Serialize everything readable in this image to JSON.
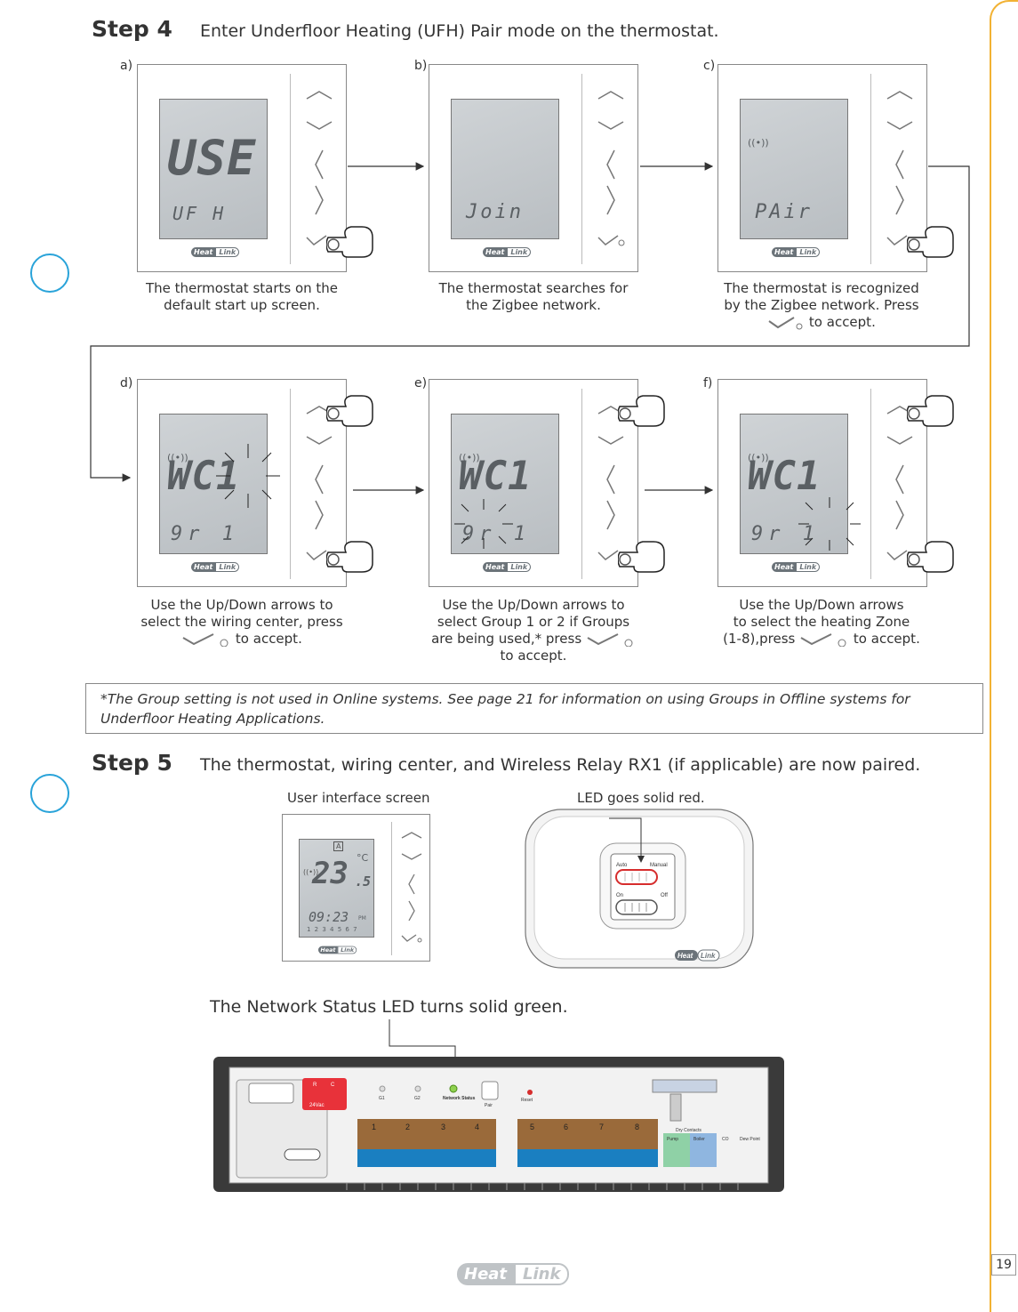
{
  "page_number": "19",
  "step4": {
    "label": "Step 4",
    "text": "Enter Underfloor Heating (UFH) Pair mode on the thermostat."
  },
  "step5": {
    "label": "Step 5",
    "text": "The thermostat, wiring center, and Wireless Relay RX1 (if applicable) are now paired."
  },
  "brand": {
    "part1": "Heat",
    "part2": "Link"
  },
  "panels": {
    "a": {
      "label": "a)",
      "lcd_main": "USE",
      "lcd_sub": "UF H",
      "caption_1": "The thermostat starts on the",
      "caption_2": "default start up screen."
    },
    "b": {
      "label": "b)",
      "lcd_mid": "Join",
      "caption_1": "The thermostat searches for",
      "caption_2": "the Zigbee network."
    },
    "c": {
      "label": "c)",
      "lcd_mid": "PAir",
      "caption_1": "The thermostat is recognized",
      "caption_2": "by the Zigbee network. Press",
      "caption_3": "to accept."
    },
    "d": {
      "label": "d)",
      "lcd_main": "WC1",
      "lcd_sub": "9r  1",
      "caption_1": "Use the Up/Down arrows to",
      "caption_2": "select the wiring center, press",
      "caption_3": "to accept."
    },
    "e": {
      "label": "e)",
      "lcd_main": "WC1",
      "lcd_sub": "9r  1",
      "caption_1": "Use the Up/Down arrows to",
      "caption_2": "select Group 1 or 2 if Groups",
      "caption_3": "are being used,* press",
      "caption_4": "to accept."
    },
    "f": {
      "label": "f)",
      "lcd_main": "WC1",
      "lcd_sub": "9r  1",
      "caption_1": "Use the Up/Down arrows",
      "caption_2": "to select the heating Zone",
      "caption_3": "(1-8),press",
      "caption_4": "to accept."
    }
  },
  "note": "*The Group setting is not used in Online systems. See page 21 for information on using Groups in Offline systems for Underfloor Heating Applications.",
  "user_interface": {
    "title": "User interface screen",
    "mode": "A",
    "temp": "23",
    "temp_decimal": ".5",
    "unit": "°C",
    "time": "09:23",
    "ampm": "PM",
    "days": "1 2 3 4 5 6 7"
  },
  "relay": {
    "title": "LED goes solid red.",
    "auto": "Auto",
    "manual": "Manual",
    "on": "On",
    "off": "Off"
  },
  "wiring_center": {
    "title": "The Network Status LED turns solid green.",
    "power": "24Vac",
    "r": "R",
    "c": "C",
    "g1": "G1",
    "g2": "G2",
    "network_status": "Network Status",
    "pair": "Pair",
    "reset": "Reset",
    "dry_contacts": "Dry Contacts",
    "pump": "Pump",
    "boiler": "Boiler",
    "co": "CO",
    "dew_point": "Dew Point",
    "zones": [
      "1",
      "2",
      "3",
      "4",
      "5",
      "6",
      "7",
      "8"
    ]
  }
}
